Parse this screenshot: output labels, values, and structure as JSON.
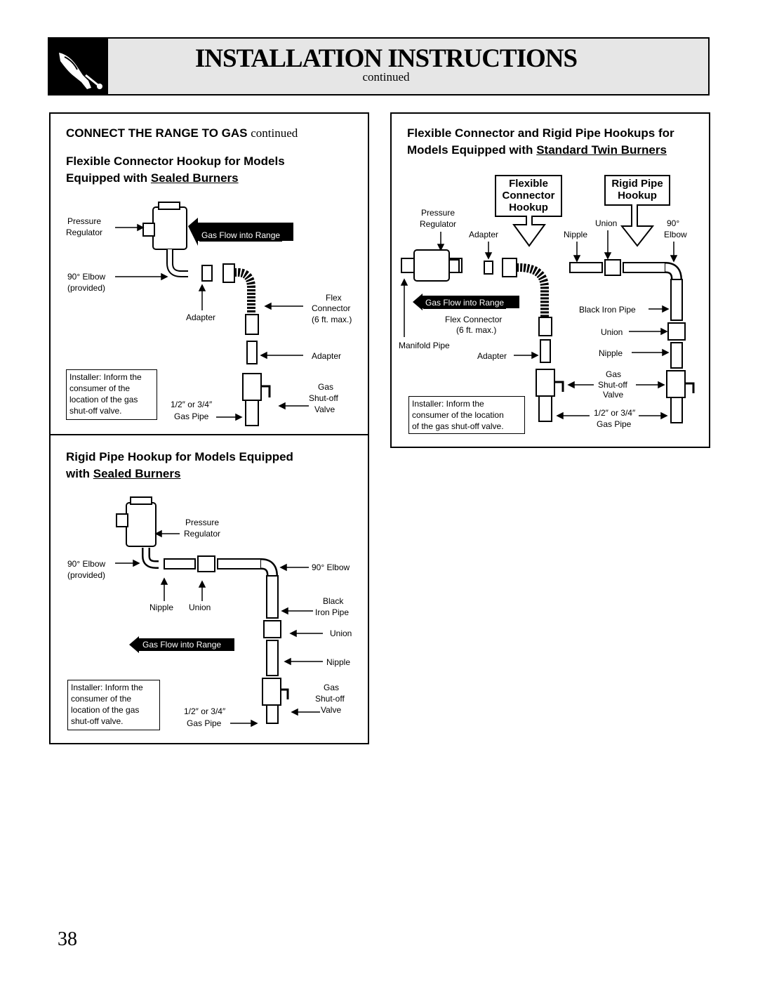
{
  "header": {
    "title": "INSTALLATION INSTRUCTIONS",
    "subtitle": "continued"
  },
  "left_top": {
    "heading_main": "CONNECT THE RANGE TO GAS",
    "heading_continued": "continued",
    "subheading_line1": "Flexible Connector Hookup for Models",
    "subheading_line2_prefix": "Equipped with",
    "subheading_line2_underlined": "Sealed Burners",
    "labels": {
      "pressure": "Pressure",
      "regulator": "Regulator",
      "flow": "Gas Flow into Range",
      "elbow": "90° Elbow",
      "provided": "(provided)",
      "adapter_left": "Adapter",
      "flex": "Flex",
      "connector": "Connector",
      "flex_max": "(6 ft. max.)",
      "adapter_right": "Adapter",
      "note_l1": "Installer: Inform the",
      "note_l2": "consumer of the",
      "note_l3": "location of the gas",
      "note_l4": "shut-off valve.",
      "pipe_size": "1/2″ or 3/4″",
      "gas_pipe": "Gas Pipe",
      "gas": "Gas",
      "shutoff": "Shut-off",
      "valve": "Valve"
    }
  },
  "left_bottom": {
    "heading_line1": "Rigid Pipe Hookup for Models Equipped",
    "heading_line2_prefix": "with",
    "heading_line2_underlined": "Sealed Burners",
    "labels": {
      "pressure": "Pressure",
      "regulator": "Regulator",
      "elbow": "90° Elbow",
      "provided": "(provided)",
      "elbow_right": "90° Elbow",
      "nipple": "Nipple",
      "union": "Union",
      "black": "Black",
      "iron_pipe": "Iron Pipe",
      "union_right": "Union",
      "nipple_right": "Nipple",
      "flow": "Gas Flow into Range",
      "note_l1": "Installer: Inform the",
      "note_l2": "consumer of the",
      "note_l3": "location of the gas",
      "note_l4": "shut-off valve.",
      "pipe_size": "1/2″ or 3/4″",
      "gas_pipe": "Gas Pipe",
      "gas": "Gas",
      "shutoff": "Shut-off",
      "valve": "Valve"
    }
  },
  "right": {
    "heading_line1": "Flexible Connector and Rigid Pipe Hookups for",
    "heading_line2_prefix": "Models Equipped with",
    "heading_line2_underlined": "Standard Twin Burners",
    "flex_box_l1": "Flexible",
    "flex_box_l2": "Connector",
    "flex_box_l3": "Hookup",
    "rigid_box_l1": "Rigid Pipe",
    "rigid_box_l2": "Hookup",
    "labels": {
      "pressure": "Pressure",
      "regulator": "Regulator",
      "adapter_top": "Adapter",
      "union_top": "Union",
      "nipple_top": "Nipple",
      "deg90": "90°",
      "elbow": "Elbow",
      "flow": "Gas Flow into Range",
      "flex_connector": "Flex Connector",
      "flex_max": "(6 ft. max.)",
      "black_iron": "Black Iron Pipe",
      "manifold": "Manifold Pipe",
      "adapter_bottom": "Adapter",
      "union_mid": "Union",
      "nipple_mid": "Nipple",
      "gas": "Gas",
      "shutoff": "Shut-off",
      "valve": "Valve",
      "note_l1": "Installer: Inform the",
      "note_l2": "consumer of the location",
      "note_l3": "of the gas shut-off valve.",
      "pipe_size": "1/2″ or 3/4″",
      "gas_pipe": "Gas Pipe"
    }
  },
  "page_number": "38"
}
